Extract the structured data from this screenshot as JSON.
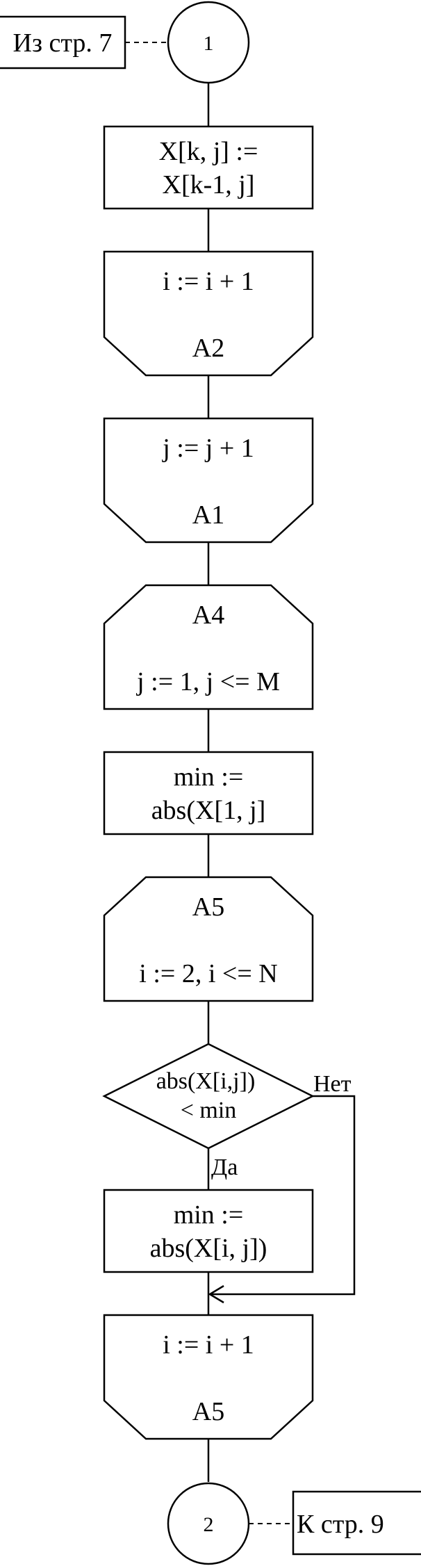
{
  "flowchart": {
    "start_connector": {
      "label": "1",
      "offpage_note": "Из стр. 7"
    },
    "blocks": [
      {
        "id": "assign-x",
        "kind": "process",
        "lines": [
          "X[k, j] :=",
          "X[k-1, j]"
        ]
      },
      {
        "id": "loop-end-a2",
        "kind": "loop-end",
        "lines": [
          "i := i + 1",
          "A2"
        ]
      },
      {
        "id": "loop-end-a1",
        "kind": "loop-end",
        "lines": [
          "j := j + 1",
          "A1"
        ]
      },
      {
        "id": "loop-start-a4",
        "kind": "loop-start",
        "lines": [
          "A4",
          "j := 1, j <= M"
        ]
      },
      {
        "id": "assign-min-1",
        "kind": "process",
        "lines": [
          "min :=",
          "abs(X[1, j]"
        ]
      },
      {
        "id": "loop-start-a5",
        "kind": "loop-start",
        "lines": [
          "A5",
          "i := 2, i <= N"
        ]
      },
      {
        "id": "decision",
        "kind": "decision",
        "lines": [
          "abs(X[i,j])",
          "< min"
        ]
      },
      {
        "id": "assign-min-2",
        "kind": "process",
        "lines": [
          "min :=",
          "abs(X[i, j])"
        ]
      },
      {
        "id": "loop-end-a5",
        "kind": "loop-end",
        "lines": [
          "i := i + 1",
          "A5"
        ]
      }
    ],
    "branch_yes": "Да",
    "branch_no": "Нет",
    "end_connector": {
      "label": "2",
      "offpage_note": "К стр. 9"
    }
  }
}
